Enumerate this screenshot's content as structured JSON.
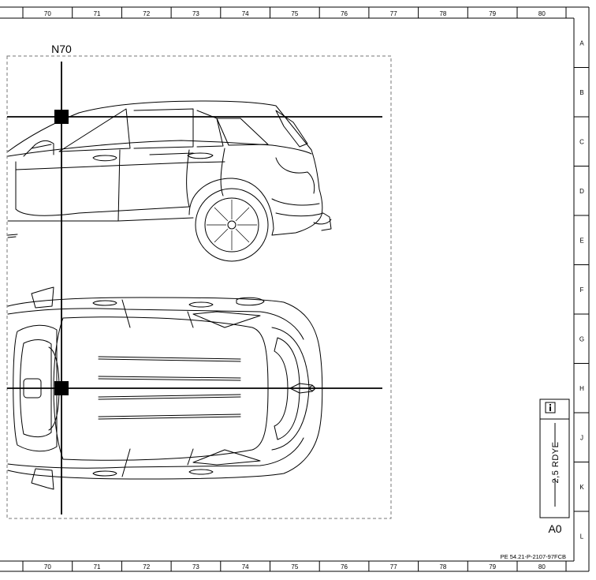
{
  "frame": {
    "columns": [
      "70",
      "71",
      "72",
      "73",
      "74",
      "75",
      "76",
      "77",
      "78",
      "79",
      "80"
    ],
    "rows": [
      "A",
      "B",
      "C",
      "D",
      "E",
      "F",
      "G",
      "H",
      "J",
      "K",
      "L"
    ]
  },
  "component": {
    "label": "N70"
  },
  "connector": {
    "wire_label": "2,5 RDYE",
    "info_icon": "info-icon",
    "label": "A0"
  },
  "document": {
    "id": "PE 54.21-P-2107-97FCB"
  },
  "colors": {
    "line": "#000000",
    "background": "#ffffff",
    "marker": "#000000",
    "dashed_border": "#777777"
  }
}
